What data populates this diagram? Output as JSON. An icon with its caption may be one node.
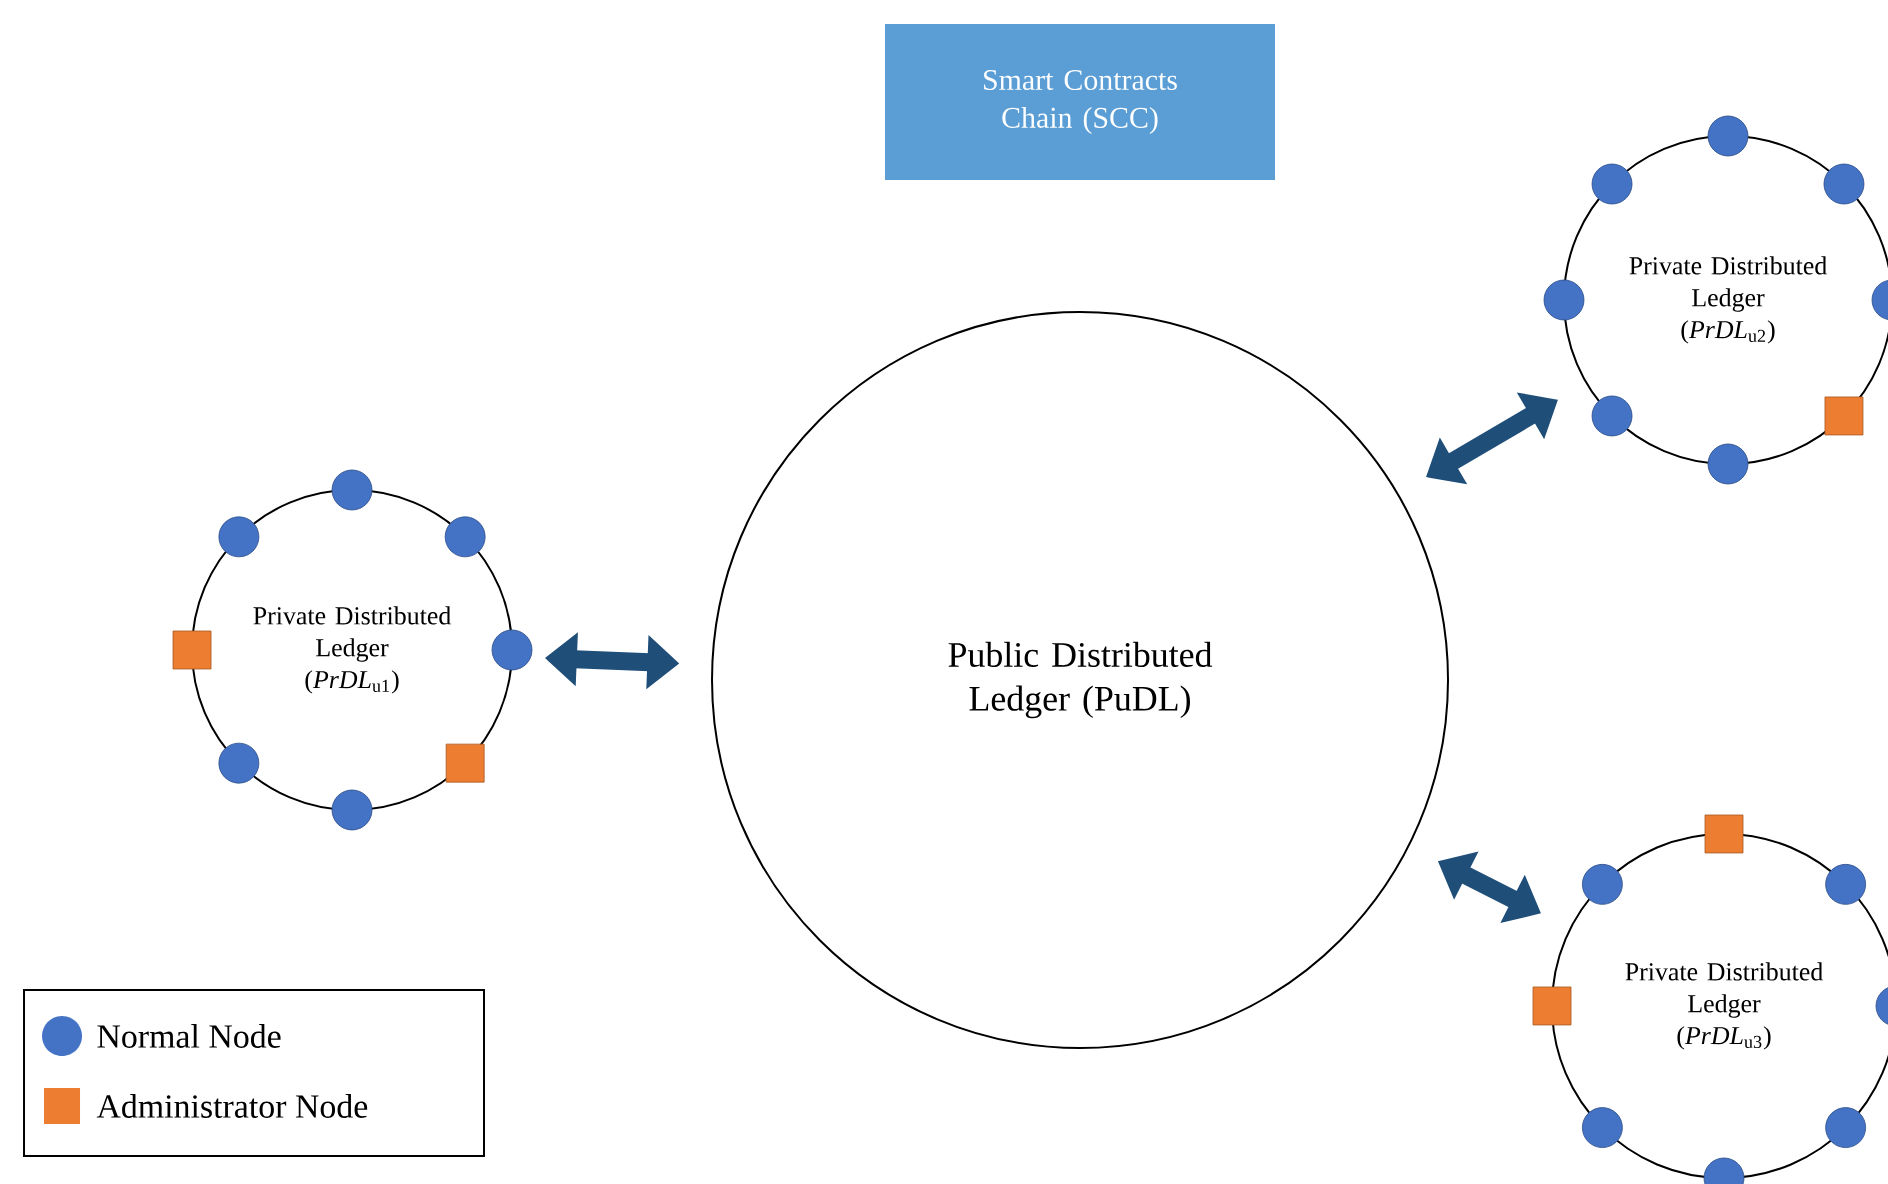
{
  "diagram": {
    "nodes": [
      {
        "text": [
          "Smart Contracts Chain (SCC)"
        ]
      },
      {
        "text": [
          "Public Distributed Ledger (PuDL)"
        ]
      },
      {
        "text": [
          "Private Distributed Ledger",
          "(*PrDL*$_{u1}$)"
        ]
      },
      {
        "text": [
          "Private Distributed Ledger",
          "(*PrDL*$_{u2}$)"
        ]
      },
      {
        "text": [
          "Private Distributed Ledger",
          "(*PrDL*$_{u3}$)"
        ]
      }
    ],
    "edges": [
      {
        "from": 2,
        "to": 1,
        "arrow": "both"
      },
      {
        "from": 1,
        "to": 3,
        "arrow": "both"
      },
      {
        "from": 1,
        "to": 4,
        "arrow": "both"
      }
    ],
    "legend": [
      {
        "text": "Normal Node",
        "color": "#4472c4"
      },
      {
        "text": "Administrator Node",
        "color": "#ed7d31"
      }
    ]
  }
}
